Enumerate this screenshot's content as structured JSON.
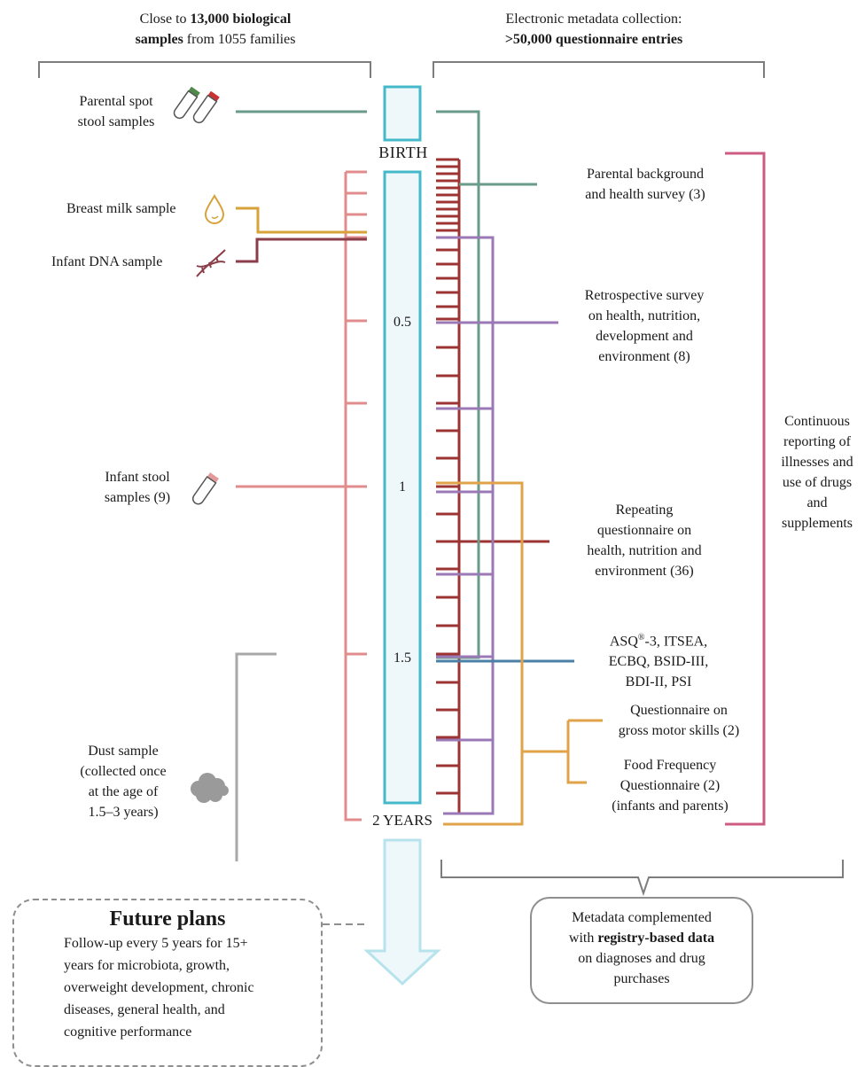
{
  "headers": {
    "left_line1_a": "Close to ",
    "left_line1_b": "13,000 biological",
    "left_line2_b": "samples",
    "left_line2_a": " from 1055 families",
    "right_line1": "Electronic metadata collection:",
    "right_line2": ">50,000 questionnaire entries"
  },
  "timeline": {
    "birth": "BIRTH",
    "t05": "0.5",
    "t1": "1",
    "t15": "1.5",
    "t2": "2 YEARS"
  },
  "samples": {
    "parental_stool_1": "Parental spot",
    "parental_stool_2": "stool samples",
    "breast_milk": "Breast milk sample",
    "infant_dna": "Infant DNA sample",
    "infant_stool_1": "Infant stool",
    "infant_stool_2": "samples (9)",
    "dust_1": "Dust sample",
    "dust_2": "(collected once",
    "dust_3": "at the age of",
    "dust_4": "1.5–3 years)"
  },
  "questionnaires": {
    "parental_bg_1": "Parental background",
    "parental_bg_2": "and health survey (3)",
    "retro_1": "Retrospective survey",
    "retro_2": "on health, nutrition,",
    "retro_3": "development and",
    "retro_4": "environment (8)",
    "repeat_1": "Repeating",
    "repeat_2": "questionnaire on",
    "repeat_3": "health, nutrition and",
    "repeat_4": "environment (36)",
    "asq_1a": "ASQ",
    "asq_1sup": "®",
    "asq_1b": "-3, ITSEA,",
    "asq_2": "ECBQ, BSID-III,",
    "asq_3": "BDI-II, PSI",
    "gross_1": "Questionnaire on",
    "gross_2": "gross motor skills (2)",
    "ffq_1": "Food Frequency",
    "ffq_2": "Questionnaire (2)",
    "ffq_3": "(infants and parents)",
    "cont_1": "Continuous",
    "cont_2": "reporting of",
    "cont_3": "illnesses and",
    "cont_4": "use of drugs",
    "cont_5": "and",
    "cont_6": "supplements"
  },
  "future": {
    "title": "Future plans",
    "line1": "Follow-up every 5 years for 15+",
    "line2": "years for microbiota, growth,",
    "line3": "overweight development, chronic",
    "line4": "diseases, general health, and",
    "line5": "cognitive performance"
  },
  "registry": {
    "line1": "Metadata complemented",
    "line2a": "with ",
    "line2b": "registry-based data",
    "line3": "on diagnoses and drug",
    "line4": "purchases"
  },
  "colors": {
    "timeline": "#45b8c9",
    "timeline_fill": "#eef7fa",
    "arrow": "#b7e3ec",
    "parental_green": "#6a9a88",
    "breast_milk": "#d7a23a",
    "dna": "#8a3e4a",
    "infant_stool": "#e08c8c",
    "repeating": "#9c3434",
    "retrospective": "#9b79b6",
    "motor": "#e0a34a",
    "asq_blue": "#4a7fa6",
    "continuous": "#cc5c80",
    "dust_gray": "#a8a8a8",
    "bracket": "#7d7d7d"
  }
}
